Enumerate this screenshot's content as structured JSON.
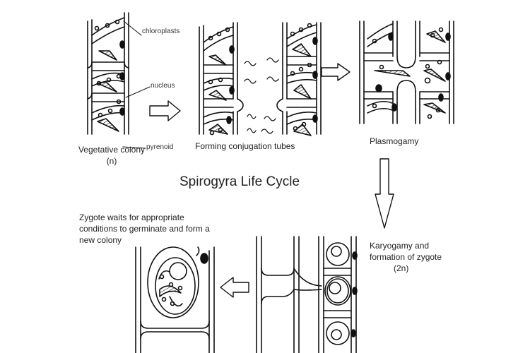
{
  "title": "Spirogyra Life Cycle",
  "stages": [
    {
      "id": "vegetative",
      "label": "Vegetative colony",
      "sublabel": "(n)"
    },
    {
      "id": "conjugation",
      "label": "Forming conjugation tubes"
    },
    {
      "id": "plasmogamy",
      "label": "Plasmogamy"
    },
    {
      "id": "karyogamy",
      "label_line1": "Karyogamy and",
      "label_line2": "formation of zygote",
      "sublabel": "(2n)"
    },
    {
      "id": "zygote",
      "label_line1": "Zygote waits for appropriate",
      "label_line2": "conditions to germinate and form a",
      "label_line3": "new colony"
    }
  ],
  "parts": {
    "chloroplasts": "chloroplasts",
    "nucleus": "nucleus",
    "pyrenoid": "pyrenoid"
  },
  "arrows": [
    {
      "from": "vegetative",
      "to": "conjugation",
      "direction": "right"
    },
    {
      "from": "conjugation",
      "to": "plasmogamy",
      "direction": "right"
    },
    {
      "from": "plasmogamy",
      "to": "karyogamy",
      "direction": "down"
    },
    {
      "from": "karyogamy",
      "to": "zygote",
      "direction": "left"
    }
  ]
}
